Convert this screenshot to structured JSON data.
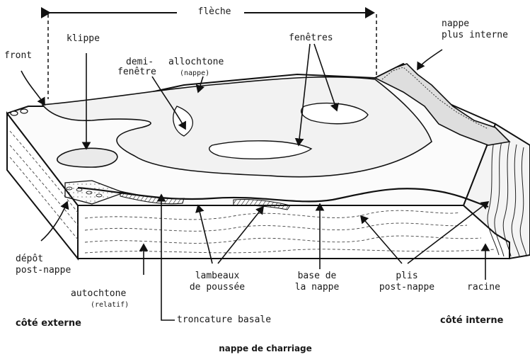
{
  "diagram": {
    "caption": "nappe de charriage",
    "labels": {
      "fleche": "flèche",
      "klippe": "klippe",
      "front": "front",
      "demi_fenetre_1": "demi-",
      "demi_fenetre_2": "fenêtre",
      "allochtone": "allochtone",
      "allochtone_sub": "(nappe)",
      "fenetres": "fenêtres",
      "nappe_interne_1": "nappe",
      "nappe_interne_2": "plus interne",
      "depot_1": "dépôt",
      "depot_2": "post-nappe",
      "lambeaux_1": "lambeaux",
      "lambeaux_2": "de poussée",
      "base_1": "base de",
      "base_2": "la nappe",
      "plis_1": "plis",
      "plis_2": "post-nappe",
      "racine": "racine",
      "autochtone": "autochtone",
      "autochtone_sub": "(relatif)",
      "troncature": "troncature basale",
      "cote_externe": "côté externe",
      "cote_interne": "côté interne"
    }
  }
}
